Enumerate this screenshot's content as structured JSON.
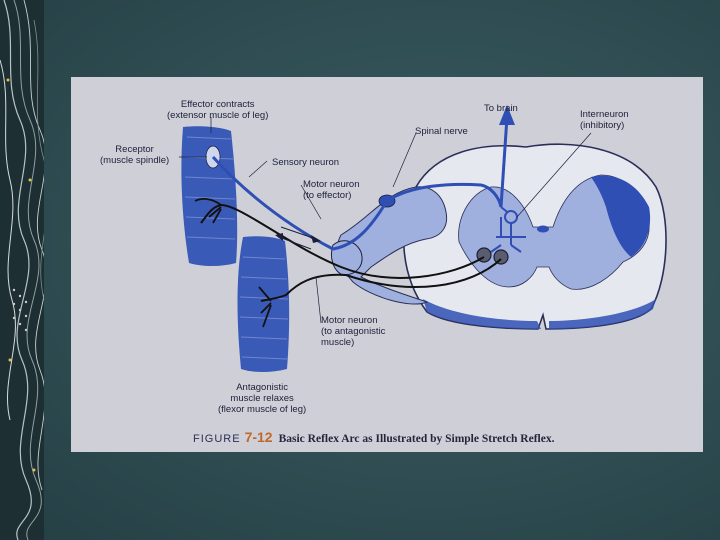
{
  "colors": {
    "slide_background": "#2f4d52",
    "panel_background": "#cfd0d7",
    "nerve_blue": "#2f4fb4",
    "light_blue": "#9fb0de",
    "figure_number": "#c0682a"
  },
  "labels": {
    "effector_contracts": [
      "Effector contracts",
      "(extensor muscle of leg)"
    ],
    "receptor": [
      "Receptor",
      "(muscle spindle)"
    ],
    "sensory_neuron": "Sensory neuron",
    "motor_neuron_effector": [
      "Motor neuron",
      "(to effector)"
    ],
    "to_brain": "To brain",
    "spinal_nerve": "Spinal nerve",
    "interneuron": [
      "Interneuron",
      "(inhibitory)"
    ],
    "motor_neuron_antagonistic": [
      "Motor neuron",
      "(to antagonistic",
      "muscle)"
    ],
    "antagonistic_muscle": [
      "Antagonistic",
      "muscle relaxes",
      "(flexor muscle of leg)"
    ]
  },
  "caption": {
    "figure_word": "FIGURE",
    "figure_number": "7-12",
    "text": "Basic Reflex Arc as Illustrated by Simple Stretch Reflex."
  }
}
